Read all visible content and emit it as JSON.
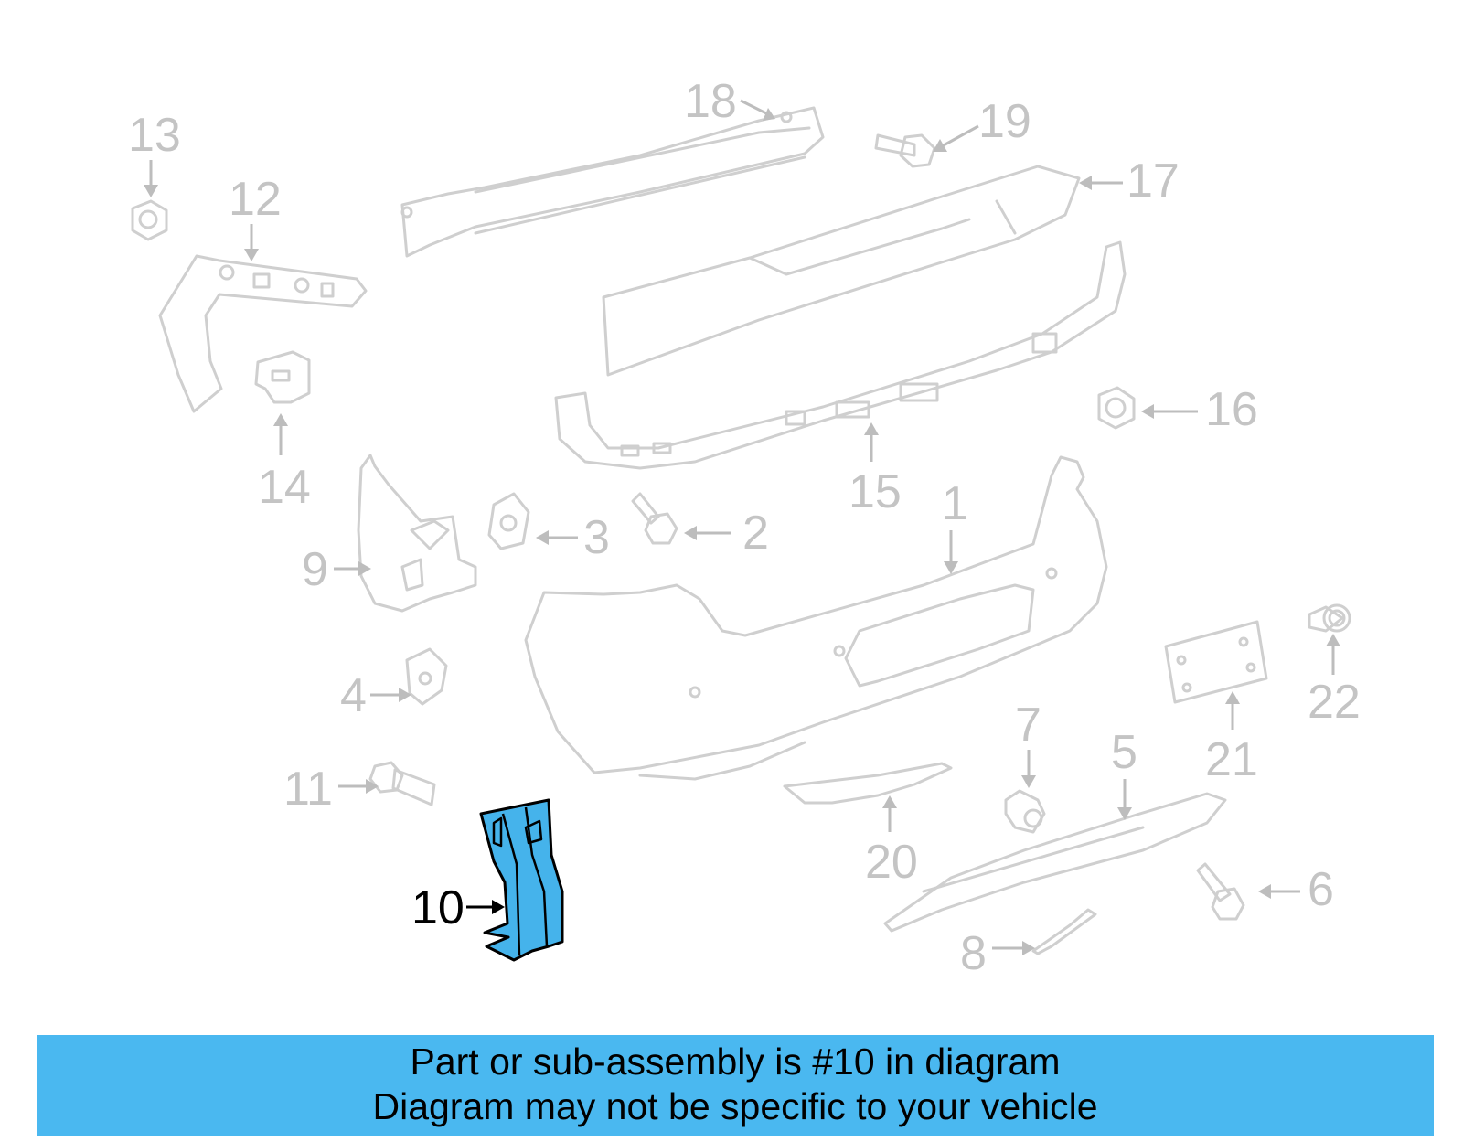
{
  "diagram": {
    "callouts": [
      "1",
      "2",
      "3",
      "4",
      "5",
      "6",
      "7",
      "8",
      "9",
      "10",
      "11",
      "12",
      "13",
      "14",
      "15",
      "16",
      "17",
      "18",
      "19",
      "20",
      "21",
      "22"
    ],
    "highlighted_part": "10",
    "highlight_color": "#45b3eb",
    "part_color": "#cfcfcf"
  },
  "banner": {
    "line1": "Part or sub-assembly is #10 in diagram",
    "line2": "Diagram may not be specific to your vehicle",
    "background": "#4ab8f0"
  }
}
